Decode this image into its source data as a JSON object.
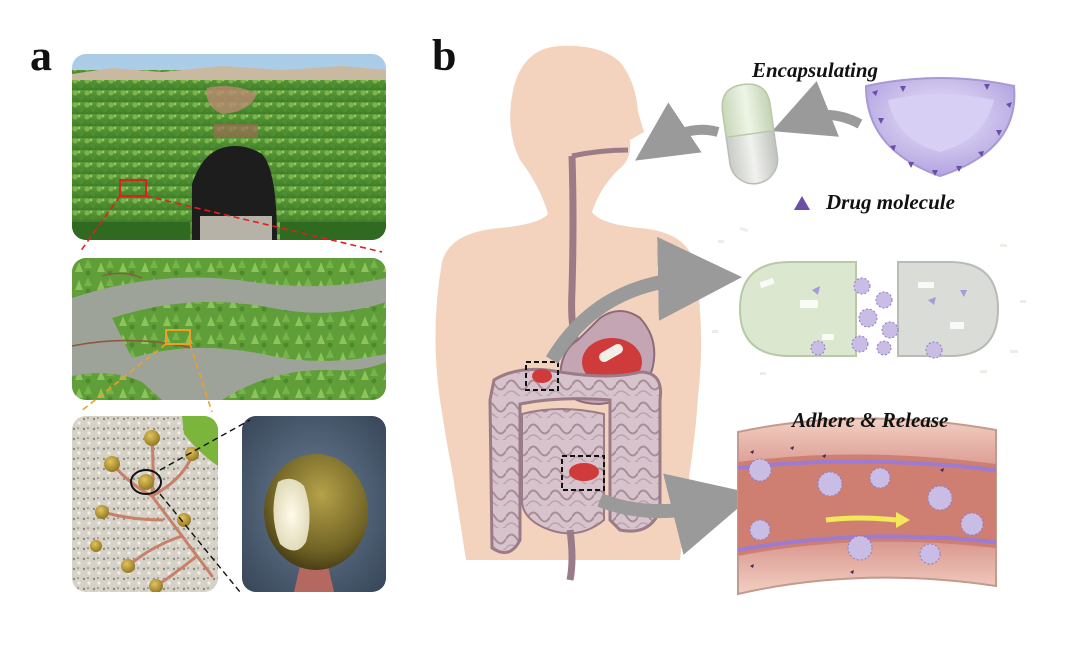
{
  "panel_a": {
    "letter": "a"
  },
  "panel_b": {
    "letter": "b",
    "encapsulating_label": "Encapsulating",
    "drug_molecule_label": "Drug molecule",
    "adhere_release_label": "Adhere & Release"
  },
  "colors": {
    "skin": "#f3d3bd",
    "capsule_green": "#d8e6cc",
    "capsule_gray": "#d9dcd8",
    "drug_purple": "#6b4fa5",
    "particle_lilac": "#c9bde6",
    "arrow_gray": "#9a9a9a",
    "tissue_red": "#cf3a3a",
    "callout_red": "#e02020",
    "callout_orange": "#f0a020"
  }
}
